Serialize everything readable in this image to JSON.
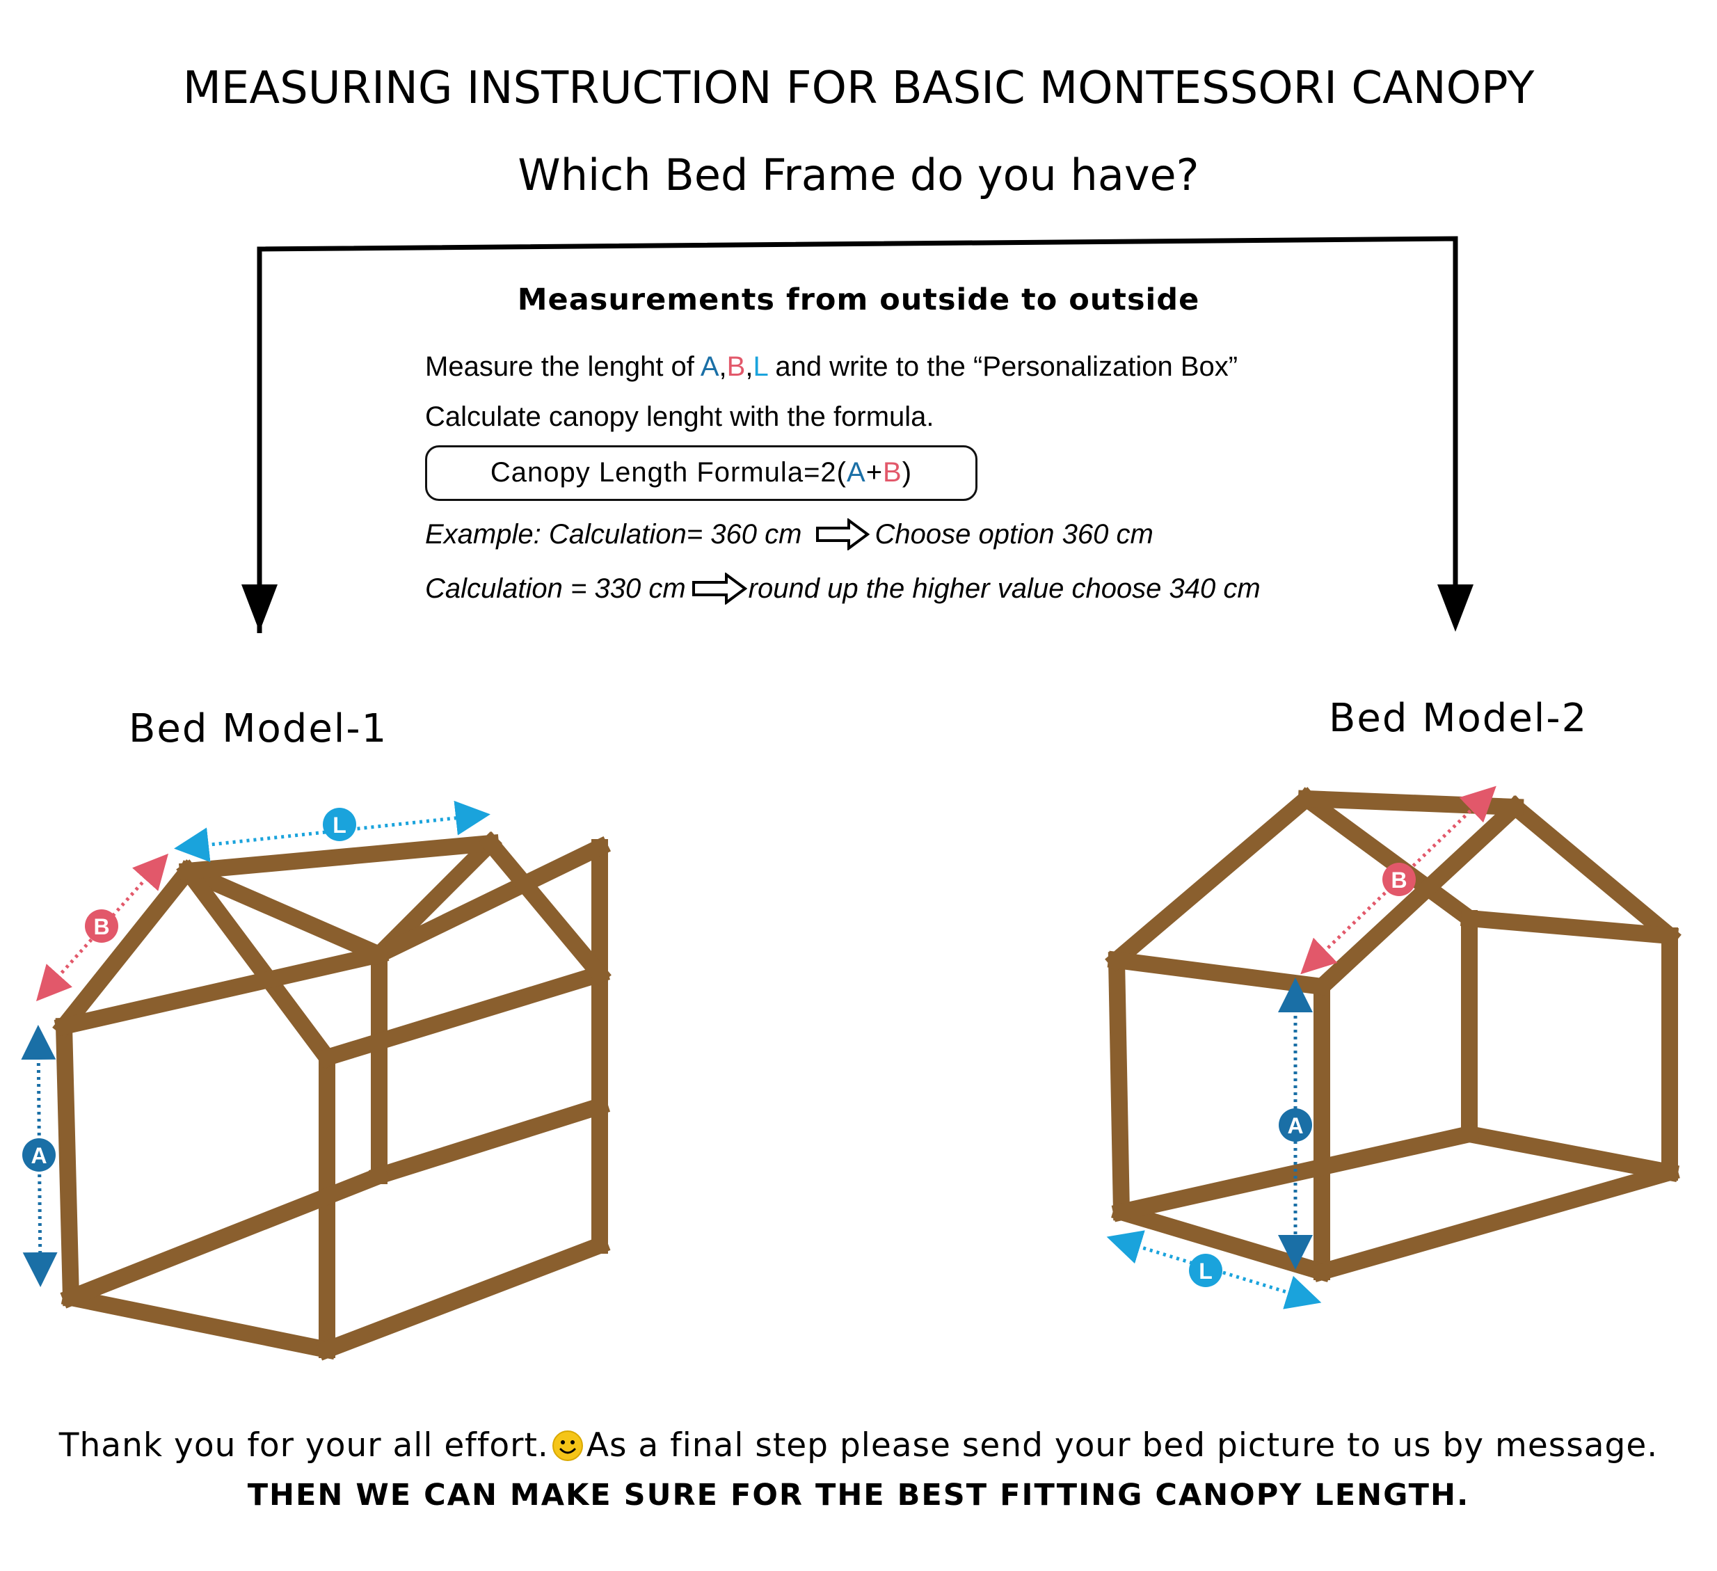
{
  "header": {
    "title": "MEASURING INSTRUCTION FOR BASIC MONTESSORI CANOPY",
    "question": "Which Bed Frame do you have?"
  },
  "instructions": {
    "subtitle": "Measurements  from outside to outside",
    "line1_prefix": "Measure the lenght of ",
    "label_a": "A",
    "label_b": "B",
    "label_l": "L",
    "comma": ",",
    "line1_suffix": " and write to the “Personalization Box”",
    "line2": "Calculate canopy lenght with the formula.",
    "formula_prefix": "Canopy Length Formula=2(",
    "formula_plus": "+",
    "formula_suffix": ")",
    "example1_left": "Example: Calculation= 360 cm",
    "example1_right": "Choose option 360 cm",
    "example2_left": "Calculation = 330 cm",
    "example2_right": "round up the higher value choose 340 cm"
  },
  "models": {
    "model1_label": "Bed Model-1",
    "model2_label": "Bed Model-2",
    "marker_a": "A",
    "marker_b": "B",
    "marker_l": "L"
  },
  "footer": {
    "thanks_left": "Thank you for your all effort.",
    "thanks_right": "As a final step please send your  bed picture to us by message.",
    "emphasis": "THEN WE CAN MAKE SURE FOR THE BEST FITTING CANOPY LENGTH."
  },
  "colors": {
    "wood": "#8a5f2e",
    "wood_light": "#b58a52",
    "measure_a": "#1a6fa6",
    "measure_b": "#e2586a",
    "measure_l": "#1aa3dc"
  },
  "icons": {
    "arrow": "hollow-right-arrow",
    "smiley": "smiley-face"
  }
}
